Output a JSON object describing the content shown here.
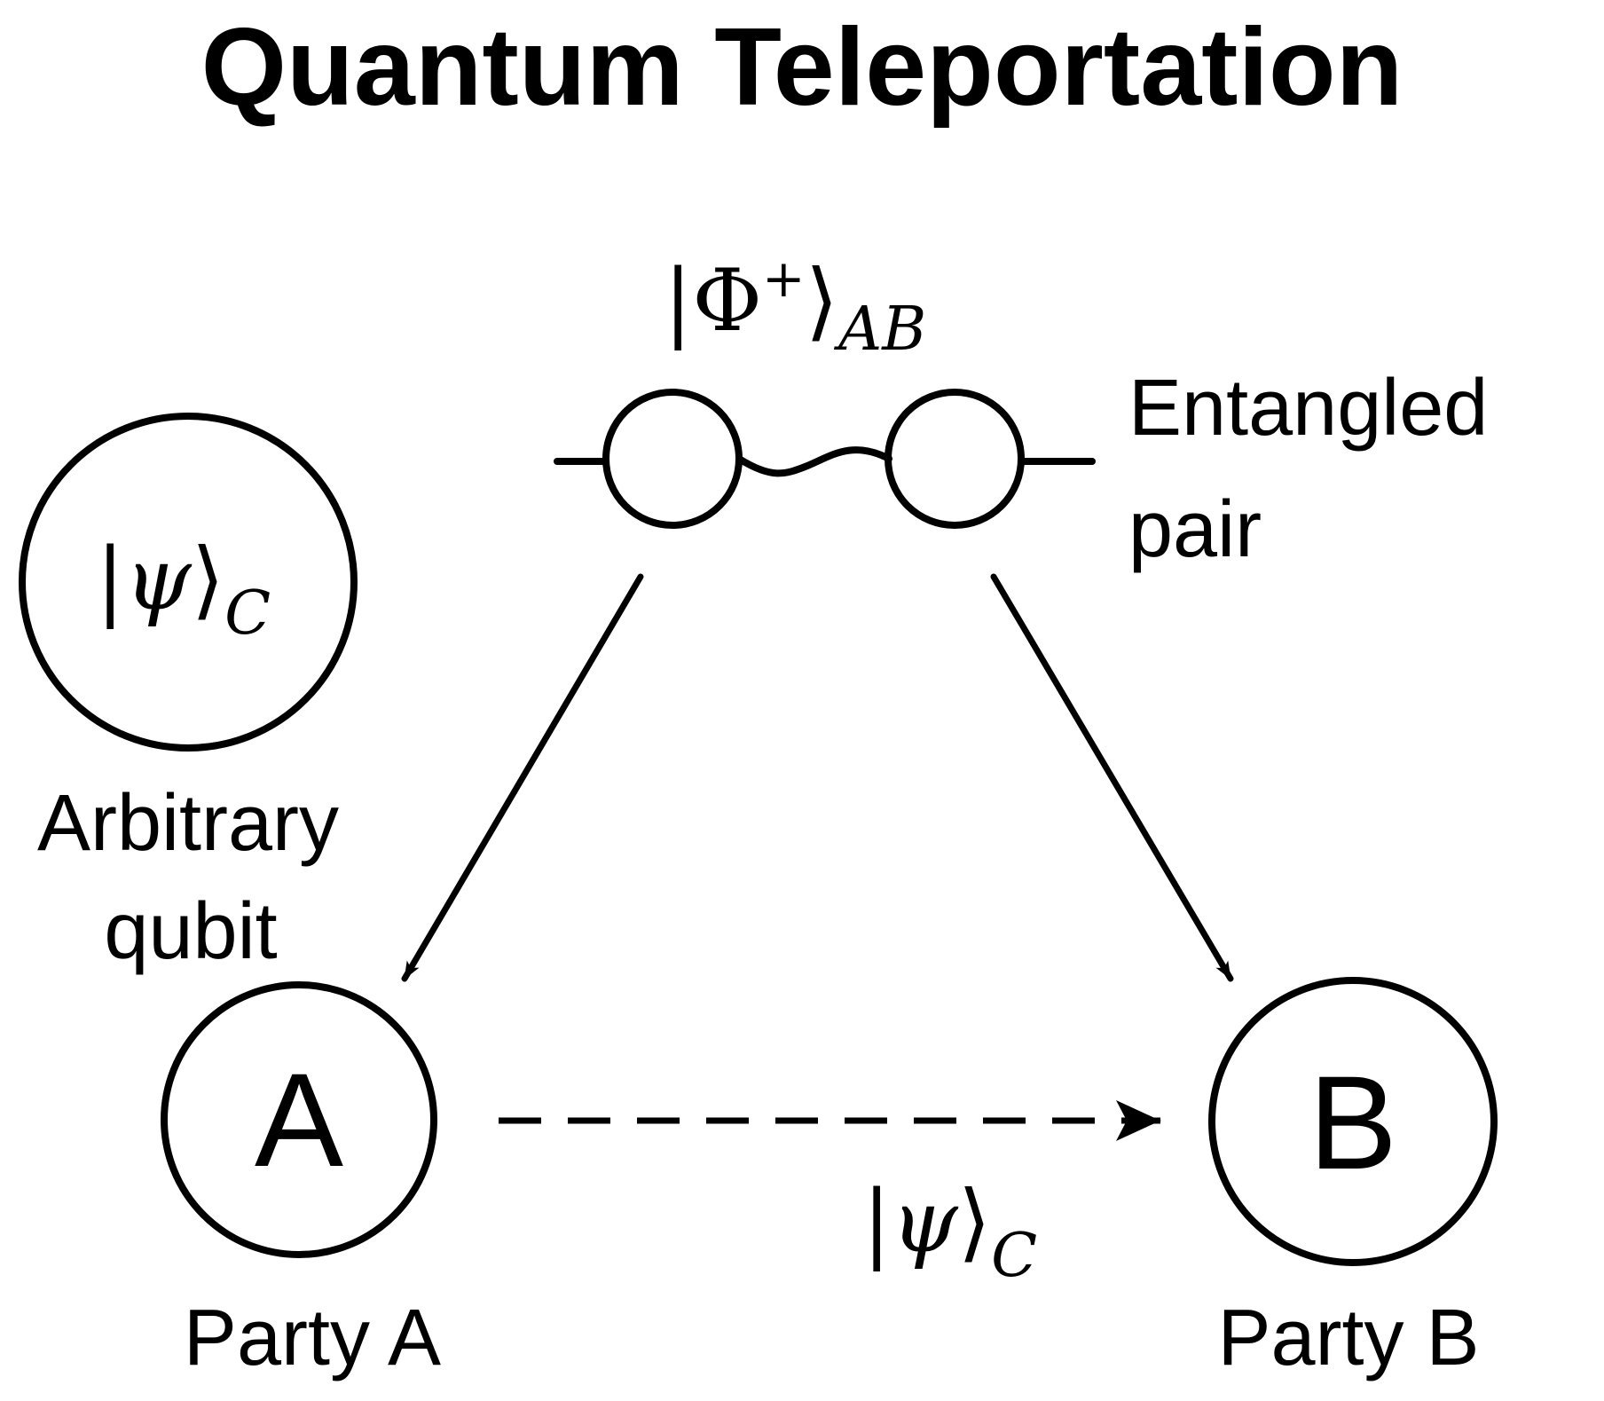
{
  "title": "Quantum Teleportation",
  "entangled_pair": {
    "state": {
      "symbol": "Φ",
      "superscript": "+",
      "subscript": "AB"
    },
    "label_line1": "Entangled",
    "label_line2": "pair"
  },
  "arbitrary_qubit": {
    "state": {
      "symbol": "ψ",
      "subscript": "C"
    },
    "label_line1": "Arbitrary",
    "label_line2": "qubit"
  },
  "party_a": {
    "letter": "A",
    "label": "Party A"
  },
  "party_b": {
    "letter": "B",
    "label": "Party B"
  },
  "teleported_state": {
    "symbol": "ψ",
    "subscript": "C"
  },
  "colors": {
    "stroke": "#000000",
    "background": "#ffffff"
  }
}
